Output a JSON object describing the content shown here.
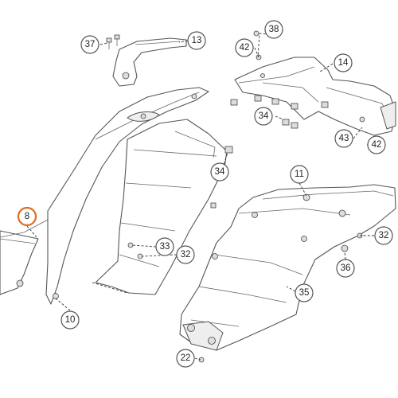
{
  "diagram": {
    "highlight_color": "#e06b1d",
    "callouts": [
      {
        "id": "c37",
        "label": "37"
      },
      {
        "id": "c13",
        "label": "13"
      },
      {
        "id": "c38",
        "label": "38"
      },
      {
        "id": "c42a",
        "label": "42"
      },
      {
        "id": "c14",
        "label": "14"
      },
      {
        "id": "c34a",
        "label": "34"
      },
      {
        "id": "c43",
        "label": "43"
      },
      {
        "id": "c42b",
        "label": "42"
      },
      {
        "id": "c34b",
        "label": "34"
      },
      {
        "id": "c11",
        "label": "11"
      },
      {
        "id": "c8",
        "label": "8",
        "highlighted": true
      },
      {
        "id": "c32a",
        "label": "32"
      },
      {
        "id": "c33",
        "label": "33"
      },
      {
        "id": "c32b",
        "label": "32"
      },
      {
        "id": "c36",
        "label": "36"
      },
      {
        "id": "c35",
        "label": "35"
      },
      {
        "id": "c10",
        "label": "10"
      },
      {
        "id": "c22",
        "label": "22"
      }
    ]
  }
}
